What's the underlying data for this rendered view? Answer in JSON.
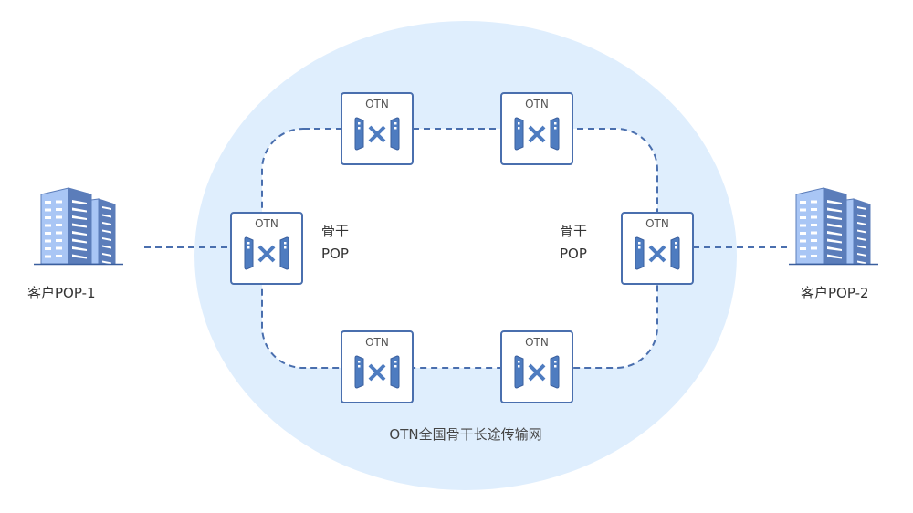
{
  "colors": {
    "network_area": "#dfeefd",
    "loop_inner": "#ffffff",
    "line": "#4a6fae",
    "device_fill": "#4e7cc0",
    "device_stroke": "#3a5f9e",
    "building_light": "#a9c6f5",
    "building_dark": "#5b7dba",
    "text": "#333333"
  },
  "network": {
    "title": "OTN全国骨干长途传输网"
  },
  "backbone_pops": [
    {
      "line1": "骨干",
      "line2": "POP"
    },
    {
      "line1": "骨干",
      "line2": "POP"
    }
  ],
  "otn_nodes": [
    {
      "id": "top-left",
      "label": "OTN",
      "icon": "otn-cross-connect-icon"
    },
    {
      "id": "top-right",
      "label": "OTN",
      "icon": "otn-cross-connect-icon"
    },
    {
      "id": "left",
      "label": "OTN",
      "icon": "otn-cross-connect-icon"
    },
    {
      "id": "right",
      "label": "OTN",
      "icon": "otn-cross-connect-icon"
    },
    {
      "id": "bottom-left",
      "label": "OTN",
      "icon": "otn-cross-connect-icon"
    },
    {
      "id": "bottom-right",
      "label": "OTN",
      "icon": "otn-cross-connect-icon"
    }
  ],
  "customers": [
    {
      "label": "客户POP-1",
      "icon": "building-icon"
    },
    {
      "label": "客户POP-2",
      "icon": "building-icon"
    }
  ]
}
